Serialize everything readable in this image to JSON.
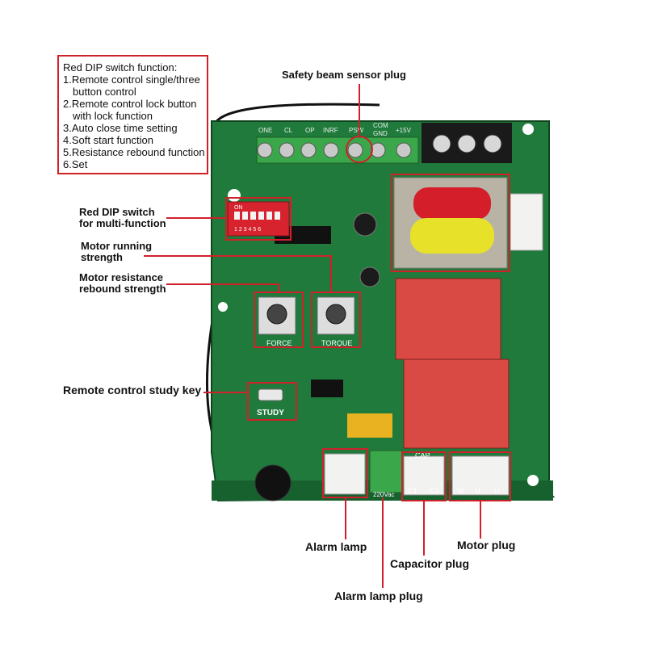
{
  "dip_function_box": {
    "heading": "Red DIP switch function:",
    "items": [
      "1.Remote control single/three",
      "button control",
      "2.Remote control lock button",
      "with lock function",
      "3.Auto close time setting",
      "4.Soft start function",
      "5.Resistance rebound function",
      "6.Set"
    ]
  },
  "callouts": {
    "safety_beam": "Safety beam sensor plug",
    "dip_switch_line1": "Red DIP switch",
    "dip_switch_line2": "for multi-function",
    "motor_running_line1": "Motor running",
    "motor_running_line2": "strength",
    "motor_resistance_line1": "Motor resistance",
    "motor_resistance_line2": "rebound strength",
    "study_key": "Remote control study key",
    "alarm_lamp": "Alarm lamp",
    "capacitor_plug": "Capacitor plug",
    "motor_plug": "Motor plug",
    "alarm_lamp_plug": "Alarm lamp plug"
  },
  "board": {
    "terminal_labels": [
      "ONE",
      "CL",
      "OP",
      "INRF",
      "PSW",
      "COM",
      "GND",
      "+15V"
    ],
    "knob_labels": [
      "FORCE",
      "TORQUE"
    ],
    "study_label": "STUDY",
    "dip_numbers": "1 2 3 4 5 6",
    "dip_on": "ON",
    "plug_labels": [
      "CAP",
      "C1",
      "C2",
      "W",
      "U",
      "U",
      "220Vac"
    ]
  },
  "colors": {
    "pcb": "#1f7a3c",
    "pcb_dark": "#17612f",
    "highlight": "#d0202a",
    "terminal": "#3aa84a",
    "relay": "#d94a45",
    "coil_red": "#d41e2a",
    "coil_yellow": "#e8e12a"
  }
}
